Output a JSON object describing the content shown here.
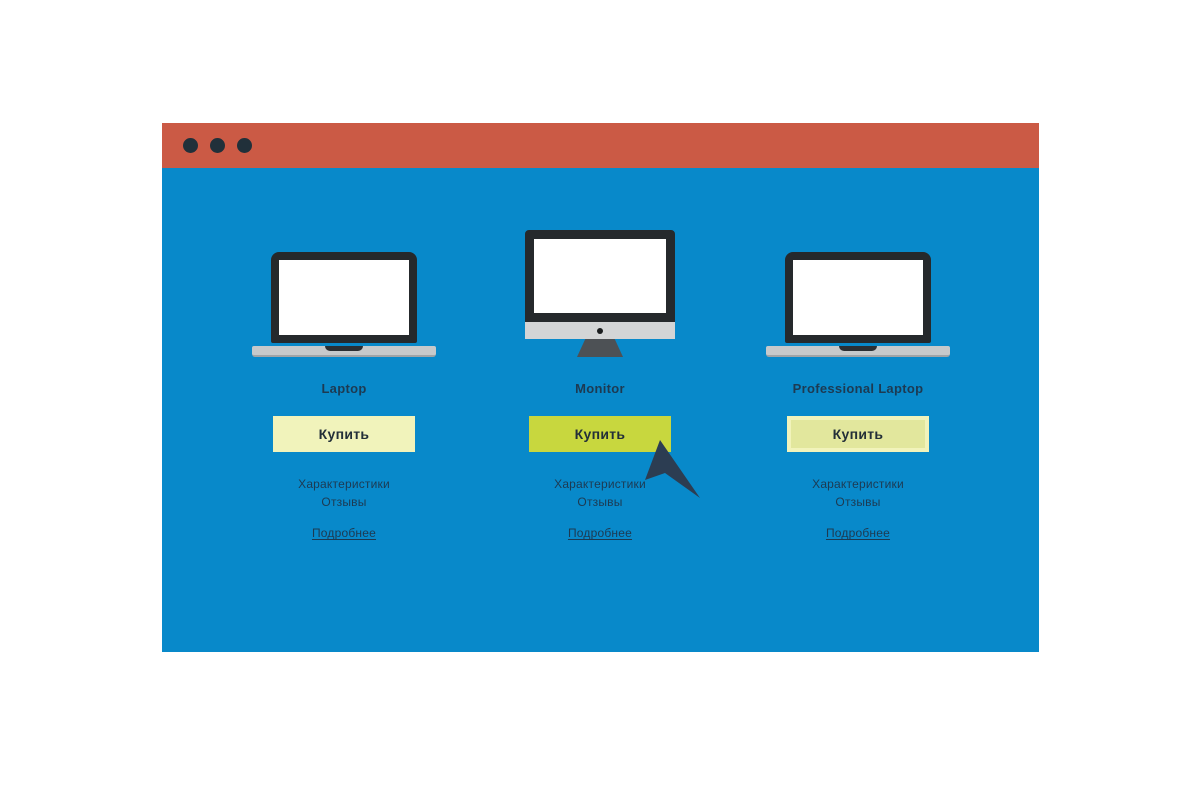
{
  "browser": {
    "titlebar": {
      "dots": [
        {
          "icon": "window-dot-icon"
        },
        {
          "icon": "window-dot-icon"
        },
        {
          "icon": "window-dot-icon"
        }
      ]
    }
  },
  "products": [
    {
      "title": "Laptop",
      "device": "laptop-illustration",
      "buy_label": "Купить",
      "button_state": "default",
      "specs_label": "Характеристики",
      "reviews_label": "Отзывы",
      "more_label": "Подробнее"
    },
    {
      "title": "Monitor",
      "device": "monitor-illustration",
      "buy_label": "Купить",
      "button_state": "active",
      "specs_label": "Характеристики",
      "reviews_label": "Отзывы",
      "more_label": "Подробнее"
    },
    {
      "title": "Professional Laptop",
      "device": "laptop-illustration",
      "buy_label": "Купить",
      "button_state": "hover",
      "specs_label": "Характеристики",
      "reviews_label": "Отзывы",
      "more_label": "Подробнее"
    }
  ],
  "cursor": {
    "icon": "mouse-pointer-icon"
  },
  "colors": {
    "titlebar": "#cb5a45",
    "window_dot": "#21303a",
    "page_blue": "#0889ca",
    "navy_text": "#1d3a52",
    "button_pale": "#f1f3bb",
    "button_active": "#c8d73e",
    "button_hover_inner": "#e2e79d",
    "button_text": "#232f38",
    "device_dark": "#25292c",
    "cursor_color": "#2c3d52"
  }
}
